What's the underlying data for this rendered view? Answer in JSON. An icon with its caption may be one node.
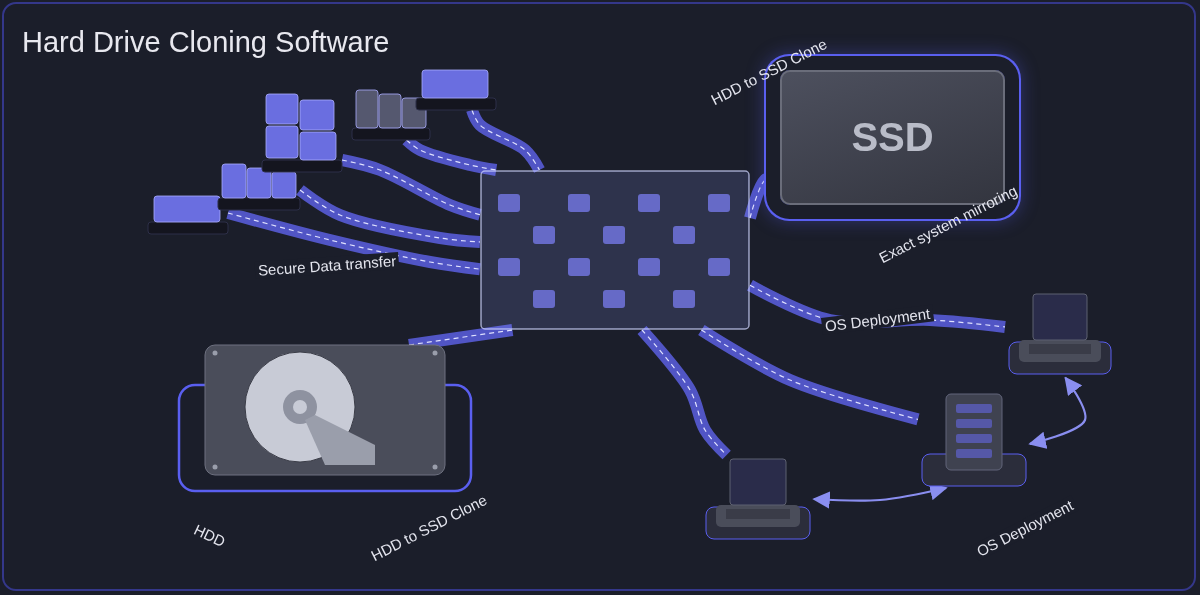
{
  "diagram": {
    "title": "Hard Drive Cloning Software",
    "nodes": [
      {
        "text": [],
        "shape": "box"
      },
      {
        "text": [],
        "shape": "box"
      },
      {
        "text": [],
        "shape": "box"
      },
      {
        "text": [],
        "shape": "box"
      },
      {
        "text": [],
        "shape": "box"
      },
      {
        "text": [],
        "shape": "box"
      },
      {
        "text": [
          "SSD"
        ],
        "beside": [
          "HDD to SSD Clone",
          "Exact system mirroring"
        ]
      },
      {
        "text": [],
        "shape": "picture",
        "beside": [
          "HDD",
          "HDD to SSD Clone"
        ]
      },
      {
        "text": [],
        "shape": "picture"
      },
      {
        "text": [],
        "shape": "picture"
      },
      {
        "text": [],
        "shape": "picture"
      }
    ],
    "edges": [
      {
        "from": 1,
        "to": 0,
        "arrow": "none",
        "label": "Secure Data transfer"
      },
      {
        "from": 2,
        "to": 0,
        "arrow": "none"
      },
      {
        "from": 3,
        "to": 0,
        "arrow": "none"
      },
      {
        "from": 4,
        "to": 0,
        "arrow": "none"
      },
      {
        "from": 5,
        "to": 0,
        "arrow": "none"
      },
      {
        "from": 0,
        "to": 6,
        "arrow": "none"
      },
      {
        "from": 7,
        "to": 0,
        "arrow": "none"
      },
      {
        "from": 0,
        "to": 8,
        "arrow": "none",
        "label": "OS Deployment"
      },
      {
        "from": 0,
        "to": 9,
        "arrow": "none"
      },
      {
        "from": 0,
        "to": 10,
        "arrow": "none"
      },
      {
        "from": 9,
        "to": 8,
        "arrow": "both",
        "color": "#8a8ef0",
        "label": "OS Deployment"
      },
      {
        "from": 10,
        "to": 9,
        "arrow": "both",
        "color": "#8a8ef0"
      }
    ]
  }
}
